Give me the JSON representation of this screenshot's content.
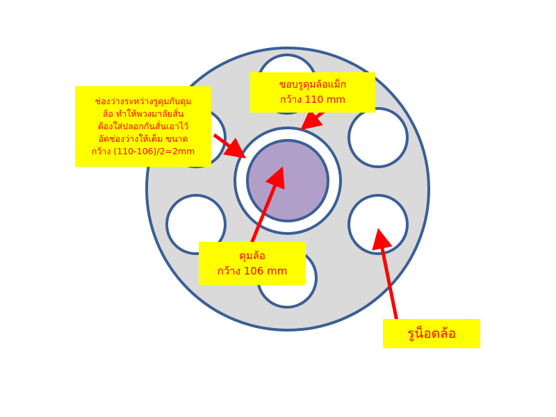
{
  "colors": {
    "flange_fill": "#dadada",
    "outline": "#3a5f96",
    "hub_fill": "#b19fca",
    "hole_fill": "#ffffff",
    "arrow": "#ff0000",
    "label_bg": "#ffff00",
    "label_text": "#ff0000"
  },
  "labels": {
    "gap": {
      "lines": [
        "ช่องว่างระหว่างรูดุมกับดุม",
        "ล้อ ทำให้พวงมาลัยสั่น",
        "ต้องใส่ปลอกกันสั่นเอาไว้",
        "อัดช่องว่างให้เต็ม ขนาด",
        "กว้าง (110-106)/2=2mm"
      ]
    },
    "rim": {
      "lines": [
        "ขอบรูดุมล้อแม็ก",
        "กว้าง 110 mm"
      ]
    },
    "hub": {
      "lines": [
        "ดุมล้อ",
        "กว้าง 106 mm"
      ]
    },
    "bolt": {
      "lines": [
        "รูน็อตล้อ"
      ]
    }
  }
}
